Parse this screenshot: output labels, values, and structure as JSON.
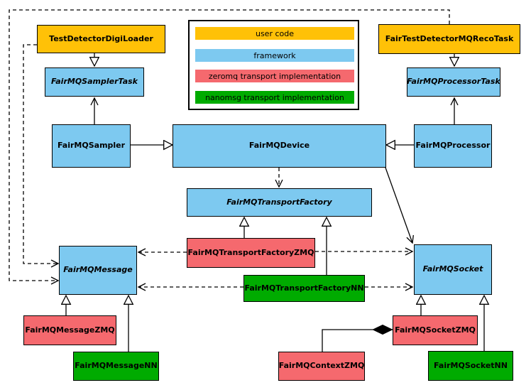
{
  "legend": {
    "items": [
      {
        "label": "user code",
        "color": "#FFC107"
      },
      {
        "label": "framework",
        "color": "#7DC9F0"
      },
      {
        "label": "zeromq transport implementation",
        "color": "#F5696E"
      },
      {
        "label": "nanomsg transport implementation",
        "color": "#00AB00"
      }
    ]
  },
  "nodes": {
    "TestDetectorDigiLoader": {
      "label": "TestDetectorDigiLoader",
      "category": "user code",
      "abstract": false
    },
    "FairTestDetectorMQRecoTask": {
      "label": "FairTestDetectorMQRecoTask",
      "category": "user code",
      "abstract": false
    },
    "FairMQSamplerTask": {
      "label": "FairMQSamplerTask",
      "category": "framework",
      "abstract": true
    },
    "FairMQProcessorTask": {
      "label": "FairMQProcessorTask",
      "category": "framework",
      "abstract": true
    },
    "FairMQSampler": {
      "label": "FairMQSampler",
      "category": "framework",
      "abstract": false
    },
    "FairMQDevice": {
      "label": "FairMQDevice",
      "category": "framework",
      "abstract": false
    },
    "FairMQProcessor": {
      "label": "FairMQProcessor",
      "category": "framework",
      "abstract": false
    },
    "FairMQTransportFactory": {
      "label": "FairMQTransportFactory",
      "category": "framework",
      "abstract": true
    },
    "FairMQTransportFactoryZMQ": {
      "label": "FairMQTransportFactoryZMQ",
      "category": "zeromq",
      "abstract": false
    },
    "FairMQTransportFactoryNN": {
      "label": "FairMQTransportFactoryNN",
      "category": "nanomsg",
      "abstract": false
    },
    "FairMQMessage": {
      "label": "FairMQMessage",
      "category": "framework",
      "abstract": true
    },
    "FairMQSocket": {
      "label": "FairMQSocket",
      "category": "framework",
      "abstract": true
    },
    "FairMQMessageZMQ": {
      "label": "FairMQMessageZMQ",
      "category": "zeromq",
      "abstract": false
    },
    "FairMQMessageNN": {
      "label": "FairMQMessageNN",
      "category": "nanomsg",
      "abstract": false
    },
    "FairMQContextZMQ": {
      "label": "FairMQContextZMQ",
      "category": "zeromq",
      "abstract": false
    },
    "FairMQSocketZMQ": {
      "label": "FairMQSocketZMQ",
      "category": "zeromq",
      "abstract": false
    },
    "FairMQSocketNN": {
      "label": "FairMQSocketNN",
      "category": "nanomsg",
      "abstract": false
    }
  },
  "edges": [
    {
      "from": "TestDetectorDigiLoader",
      "to": "FairMQSamplerTask",
      "type": "inheritance",
      "line": "solid"
    },
    {
      "from": "FairTestDetectorMQRecoTask",
      "to": "FairMQProcessorTask",
      "type": "inheritance",
      "line": "solid"
    },
    {
      "from": "FairMQSampler",
      "to": "FairMQSamplerTask",
      "type": "association",
      "line": "solid"
    },
    {
      "from": "FairMQProcessor",
      "to": "FairMQProcessorTask",
      "type": "association",
      "line": "solid"
    },
    {
      "from": "FairMQSampler",
      "to": "FairMQDevice",
      "type": "inheritance",
      "line": "solid"
    },
    {
      "from": "FairMQProcessor",
      "to": "FairMQDevice",
      "type": "inheritance",
      "line": "solid"
    },
    {
      "from": "FairMQDevice",
      "to": "FairMQTransportFactory",
      "type": "dependency",
      "line": "dashed"
    },
    {
      "from": "FairMQDevice",
      "to": "FairMQSocket",
      "type": "association",
      "line": "solid"
    },
    {
      "from": "TestDetectorDigiLoader",
      "to": "FairMQMessage",
      "type": "dependency",
      "line": "dashed"
    },
    {
      "from": "FairTestDetectorMQRecoTask",
      "to": "FairMQMessage",
      "type": "dependency",
      "line": "dashed"
    },
    {
      "from": "FairMQTransportFactoryZMQ",
      "to": "FairMQTransportFactory",
      "type": "inheritance",
      "line": "solid"
    },
    {
      "from": "FairMQTransportFactoryNN",
      "to": "FairMQTransportFactory",
      "type": "inheritance",
      "line": "solid"
    },
    {
      "from": "FairMQTransportFactoryZMQ",
      "to": "FairMQMessage",
      "type": "dependency",
      "line": "dashed"
    },
    {
      "from": "FairMQTransportFactoryZMQ",
      "to": "FairMQSocket",
      "type": "dependency",
      "line": "dashed"
    },
    {
      "from": "FairMQTransportFactoryNN",
      "to": "FairMQMessage",
      "type": "dependency",
      "line": "dashed"
    },
    {
      "from": "FairMQTransportFactoryNN",
      "to": "FairMQSocket",
      "type": "dependency",
      "line": "dashed"
    },
    {
      "from": "FairMQMessageZMQ",
      "to": "FairMQMessage",
      "type": "inheritance",
      "line": "solid"
    },
    {
      "from": "FairMQMessageNN",
      "to": "FairMQMessage",
      "type": "inheritance",
      "line": "solid"
    },
    {
      "from": "FairMQSocketZMQ",
      "to": "FairMQSocket",
      "type": "inheritance",
      "line": "solid"
    },
    {
      "from": "FairMQSocketNN",
      "to": "FairMQSocket",
      "type": "inheritance",
      "line": "solid"
    },
    {
      "from": "FairMQContextZMQ",
      "to": "FairMQSocketZMQ",
      "type": "composition",
      "line": "solid"
    }
  ]
}
